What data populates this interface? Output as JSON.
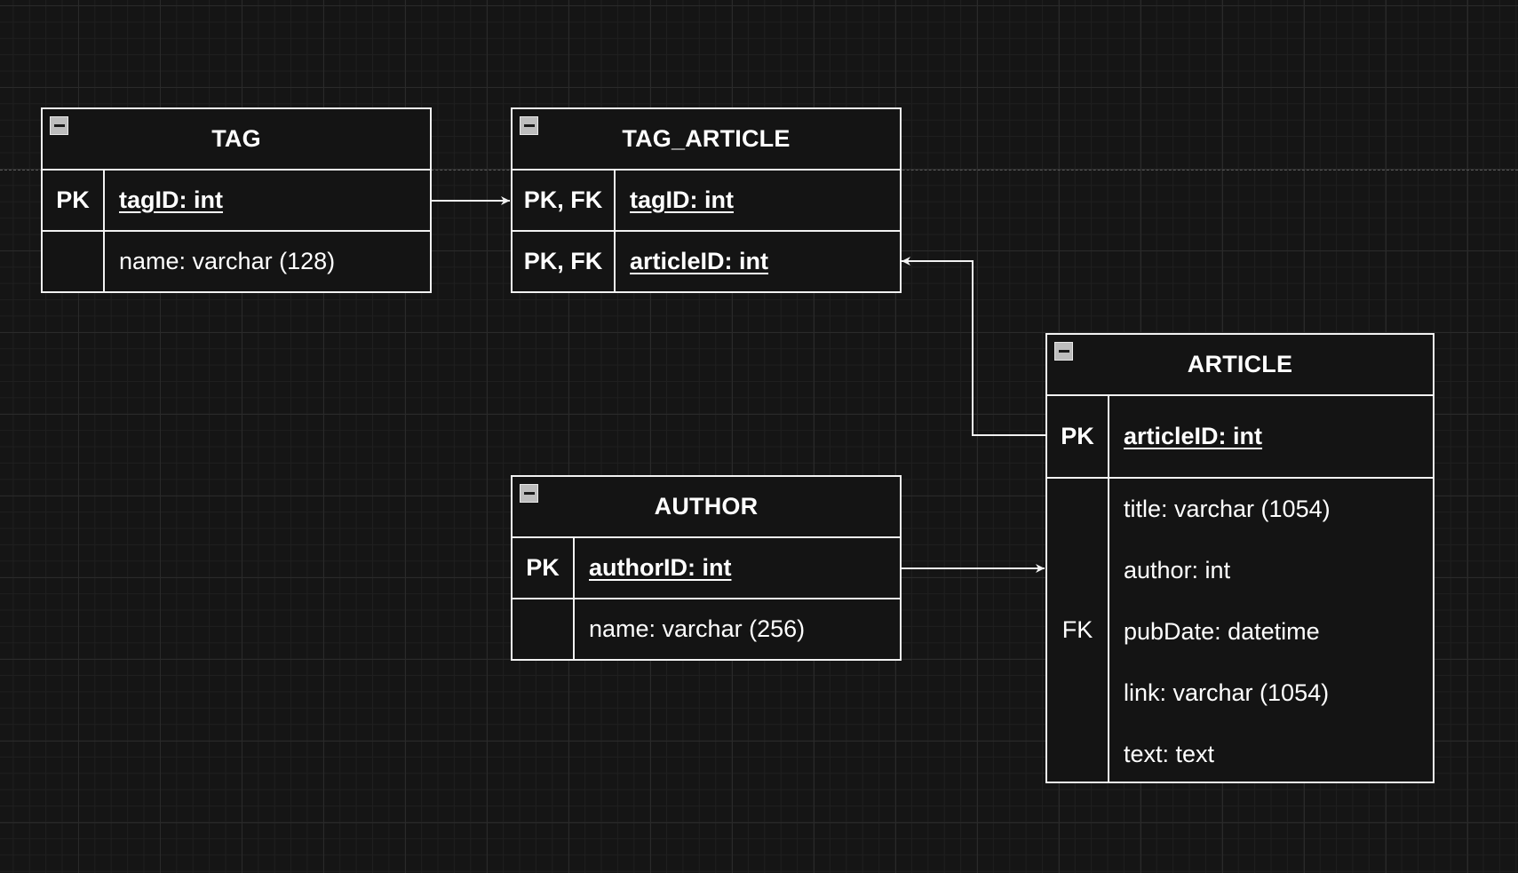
{
  "diagram": {
    "entities": {
      "tag": {
        "title": "TAG",
        "rows": [
          {
            "key": "PK",
            "field": "tagID: int"
          },
          {
            "key": "",
            "field": "name: varchar (128)"
          }
        ]
      },
      "tag_article": {
        "title": "TAG_ARTICLE",
        "rows": [
          {
            "key": "PK, FK",
            "field": "tagID: int"
          },
          {
            "key": "PK, FK",
            "field": "articleID: int"
          }
        ]
      },
      "author": {
        "title": "AUTHOR",
        "rows": [
          {
            "key": "PK",
            "field": "authorID: int"
          },
          {
            "key": "",
            "field": "name: varchar (256)"
          }
        ]
      },
      "article": {
        "title": "ARTICLE",
        "pk": {
          "key": "PK",
          "field": "articleID: int"
        },
        "attr_key": "FK",
        "attributes": [
          "title: varchar (1054)",
          "author: int",
          "pubDate: datetime",
          "link: varchar (1054)",
          "text: text"
        ]
      }
    },
    "relationships": [
      {
        "from": "TAG.tagID",
        "to": "TAG_ARTICLE.tagID"
      },
      {
        "from": "ARTICLE.articleID",
        "to": "TAG_ARTICLE.articleID"
      },
      {
        "from": "AUTHOR.authorID",
        "to": "ARTICLE.author"
      }
    ],
    "colors": {
      "background": "#151515",
      "line": "#f2f2f2",
      "text": "#ffffff"
    }
  }
}
